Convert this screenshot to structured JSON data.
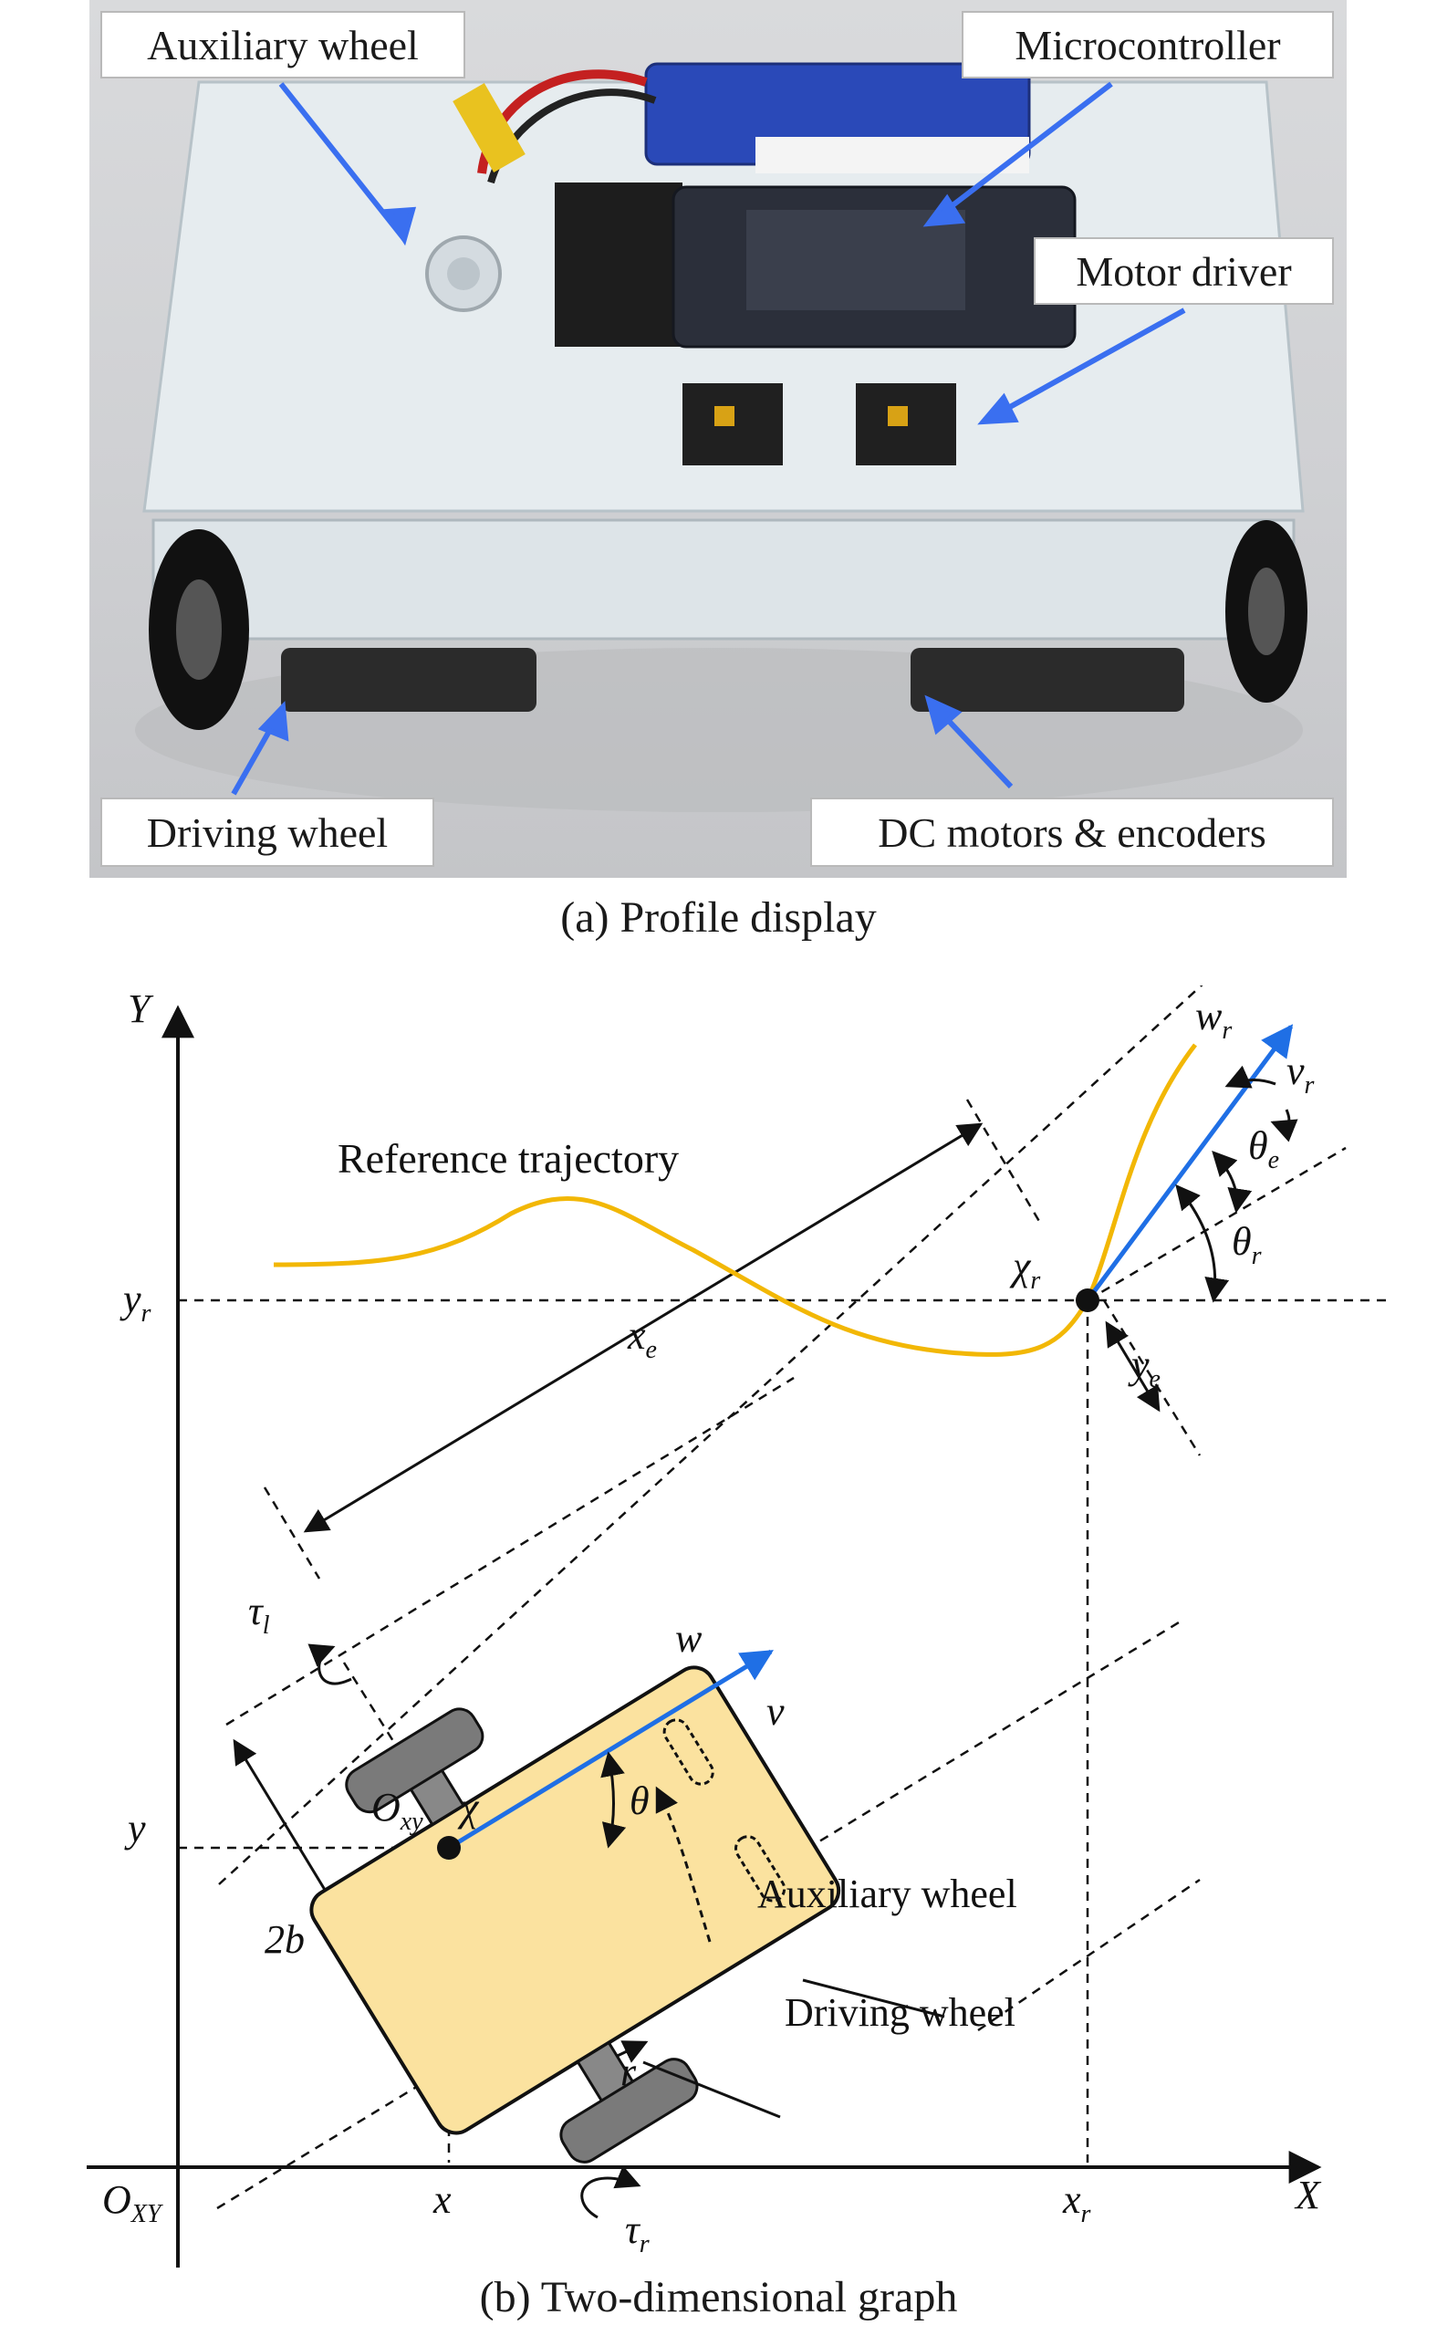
{
  "photo": {
    "callouts": {
      "auxiliary_wheel": "Auxiliary wheel",
      "microcontroller": "Microcontroller",
      "motor_driver": "Motor driver",
      "driving_wheel": "Driving wheel",
      "dc_motors": "DC motors & encoders"
    },
    "caption": "(a) Profile display",
    "colors": {
      "arrow": "#3a6ff0",
      "acrylic": "#e8eef2",
      "battery": "#2a49b8",
      "board": "#2b2f3a"
    }
  },
  "diagram": {
    "caption": "(b) Two-dimensional graph",
    "labels": {
      "reference_trajectory": "Reference trajectory",
      "auxiliary_wheel": "Auxiliary wheel",
      "driving_wheel": "Driving wheel"
    },
    "axes": {
      "y_axis": "Y",
      "x_axis": "X",
      "origin": "O",
      "origin_sub": "XY"
    },
    "symbols": {
      "y_r": "y",
      "y_r_sub": "r",
      "x_r": "x",
      "x_r_sub": "r",
      "x": "x",
      "y": "y",
      "x_e": "x",
      "x_e_sub": "e",
      "y_e": "y",
      "y_e_sub": "e",
      "chi_r": "χ",
      "chi_r_sub": "r",
      "w_r": "w",
      "w_r_sub": "r",
      "v_r": "v",
      "v_r_sub": "r",
      "theta_e": "θ",
      "theta_e_sub": "e",
      "theta_r": "θ",
      "theta_r_sub": "r",
      "tau_l": "τ",
      "tau_l_sub": "l",
      "tau_r": "τ",
      "tau_r_sub": "r",
      "w": "w",
      "v": "v",
      "theta": "θ",
      "chi": "χ",
      "o_xy": "O",
      "o_xy_sub": "xy",
      "two_b": "2b",
      "r": "r"
    },
    "colors": {
      "trajectory": "#f2b705",
      "velocity": "#1f6fe5",
      "robot_body": "#fbe29f",
      "wheel": "#7a7a7a"
    }
  }
}
